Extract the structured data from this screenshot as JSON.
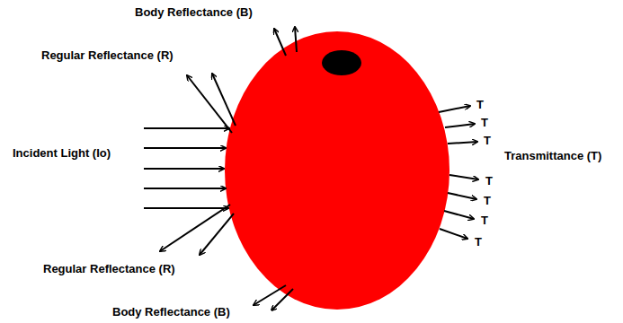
{
  "diagram": {
    "labels": [
      "Body Reflectance (B)",
      "Regular Reflectance (R)",
      "Incident Light (Io)",
      "T",
      "T",
      "T",
      "Transmittance (T)",
      "T",
      "T",
      "T",
      "T",
      "Regular Reflectance (R)",
      "Body Reflectance (B)"
    ]
  }
}
